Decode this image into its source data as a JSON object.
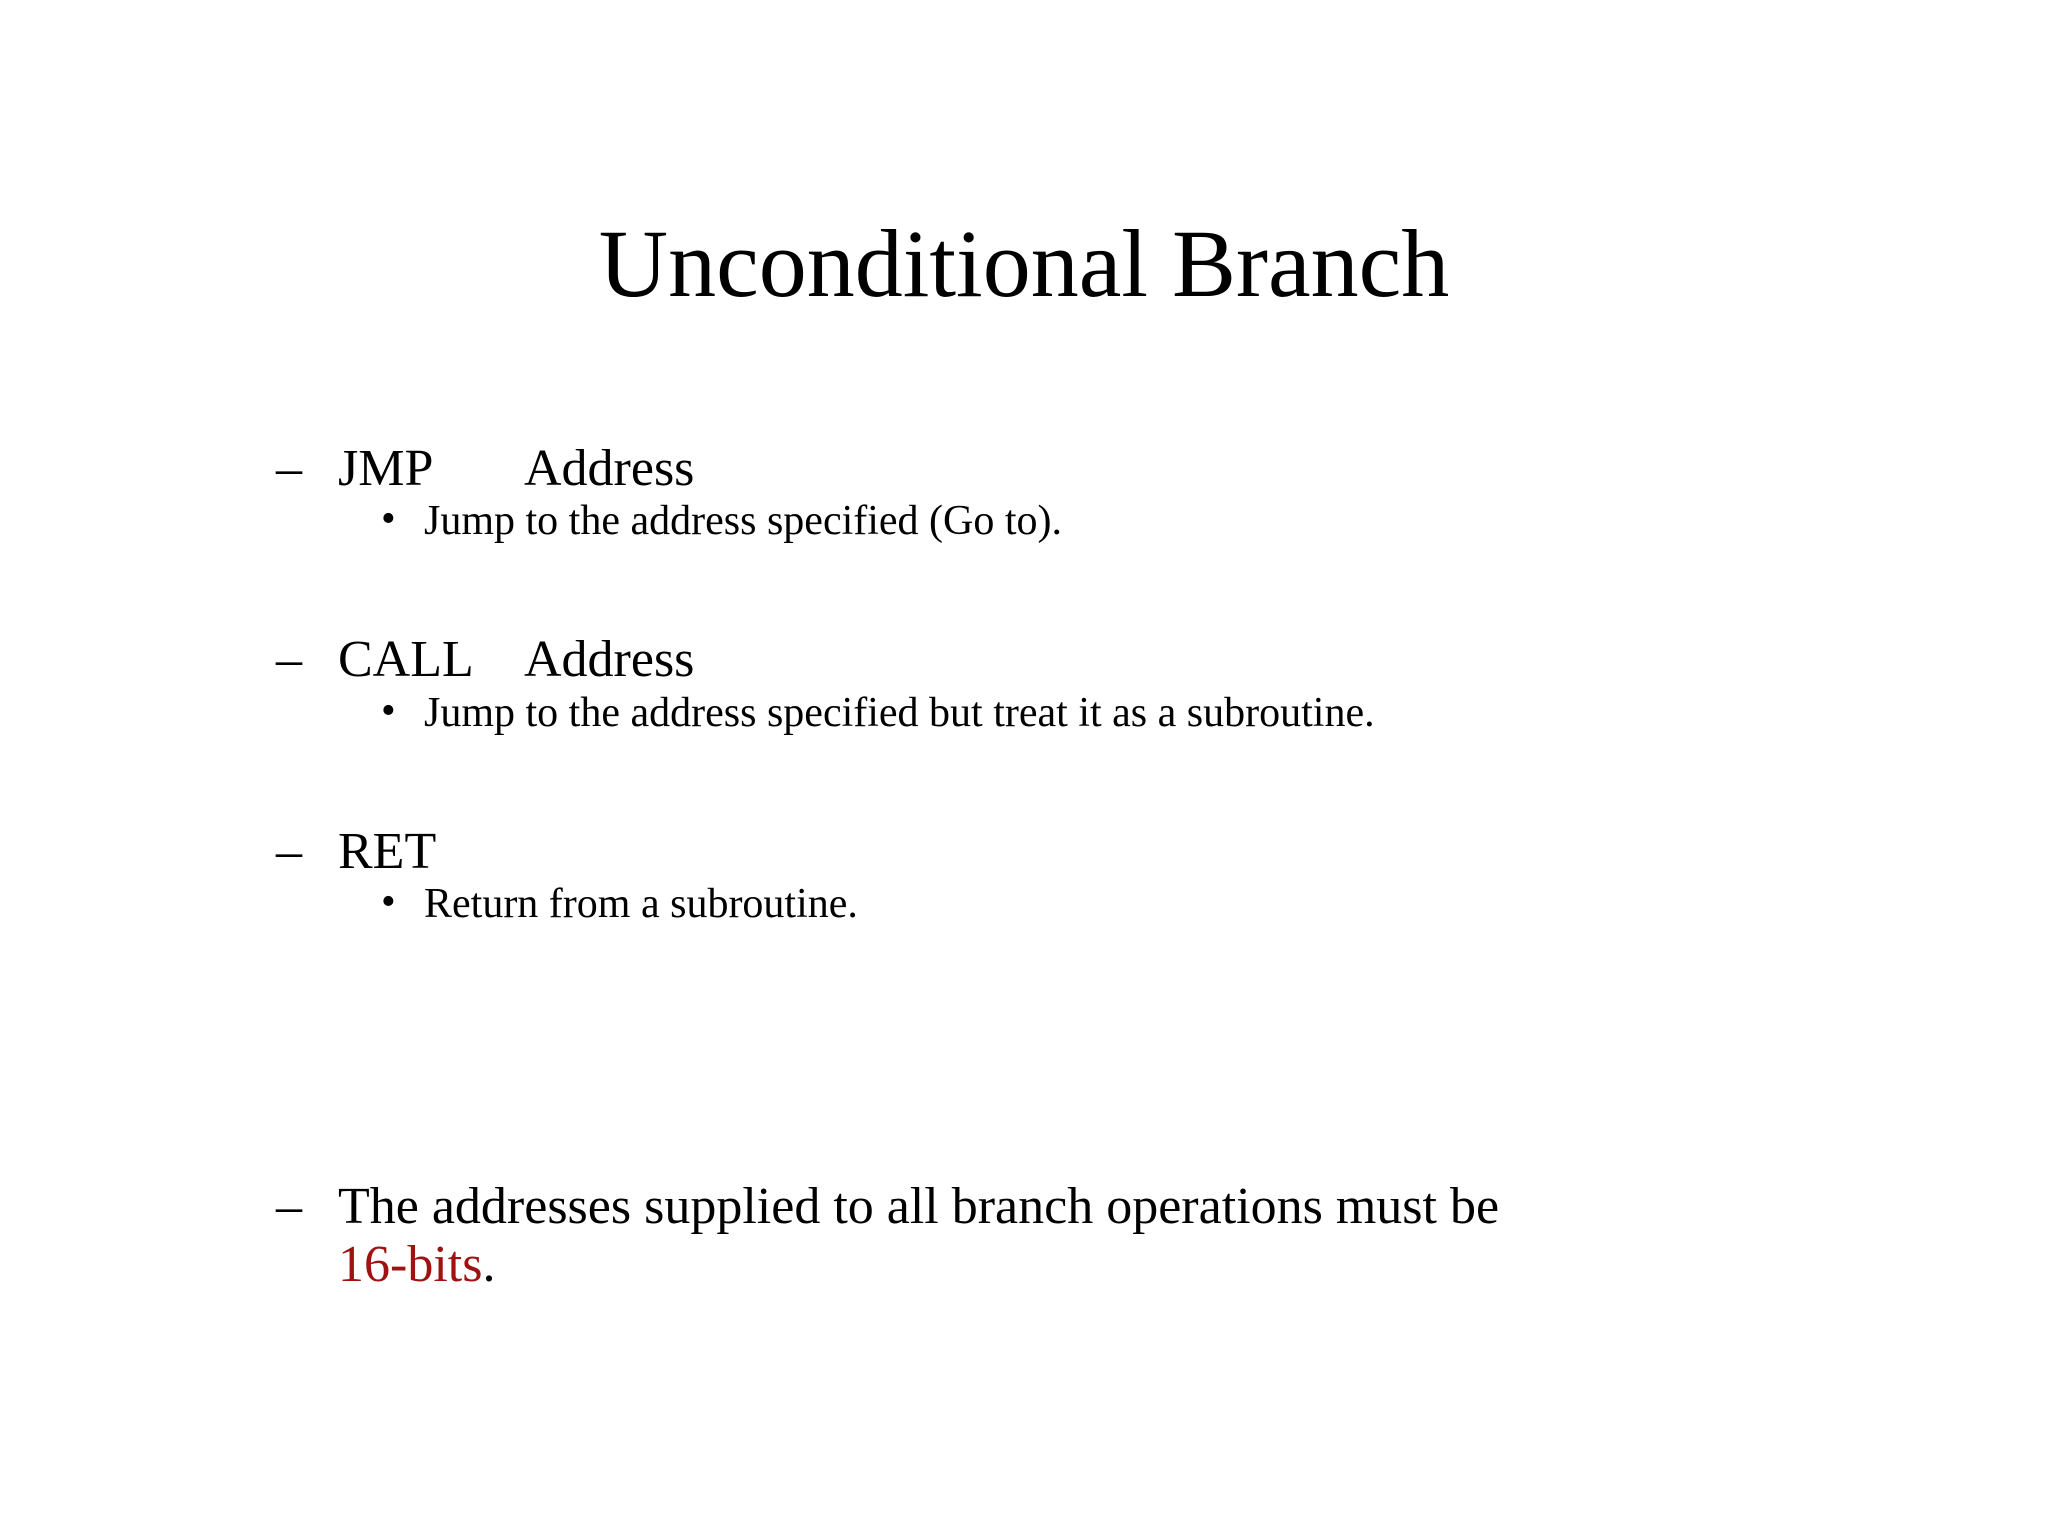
{
  "slide": {
    "title": "Unconditional Branch",
    "background_color": "#ffffff",
    "text_color": "#000000",
    "accent_color": "#9e1212",
    "level1_bullet_glyph": "–",
    "level2_bullet_glyph": "•",
    "items": [
      {
        "keyword": "JMP",
        "operand": "Address",
        "sub": "Jump to the address specified (Go to)."
      },
      {
        "keyword": "CALL",
        "operand": "Address",
        "sub": "Jump to the address specified but treat it as a subroutine."
      },
      {
        "keyword": "RET",
        "operand": "",
        "sub": "Return from a subroutine."
      }
    ],
    "closing": {
      "line1": "The addresses supplied to all branch operations must be",
      "highlight": "16-bits",
      "period": "."
    }
  }
}
